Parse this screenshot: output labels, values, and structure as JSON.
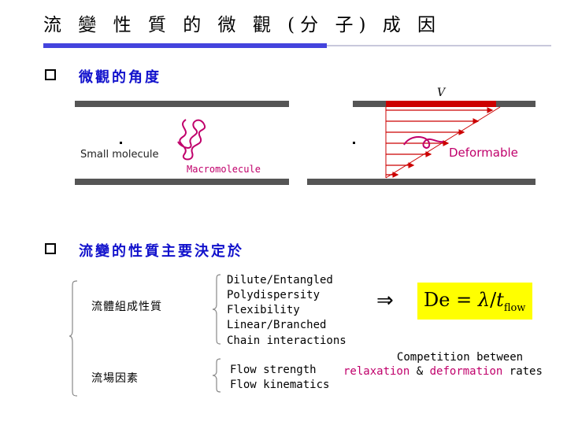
{
  "title": "流 變 性 質 的 微 觀 (分 子) 成 因",
  "section1": {
    "heading": "微觀的角度"
  },
  "diagram": {
    "small_molecule_label": "Small molecule",
    "macromolecule_label": "Macromolecule",
    "velocity_label": "V",
    "deformable_label": "Deformable"
  },
  "section2": {
    "heading": "流變的性質主要決定於"
  },
  "factors": {
    "composition_label": "流體組成性質",
    "composition_items": [
      "Dilute/Entangled",
      "Polydispersity",
      "Flexibility",
      "Linear/Branched",
      "Chain interactions"
    ],
    "flow_label": "流場因素",
    "flow_items": [
      "Flow strength",
      "Flow kinematics"
    ]
  },
  "implies_symbol": "⇒",
  "equation": {
    "lhs": "De",
    "equals": "=",
    "lambda": "λ",
    "slash": "/",
    "t": "t",
    "sub": "flow"
  },
  "conclusion": {
    "line1": "Competition between",
    "relaxation": "relaxation",
    "amp": "&",
    "deformation": "deformation",
    "rates": "rates"
  },
  "colors": {
    "accent_blue": "#1111cc",
    "magenta": "#c0006b",
    "arrow_red": "#cc0000",
    "highlight": "#ffff00"
  }
}
